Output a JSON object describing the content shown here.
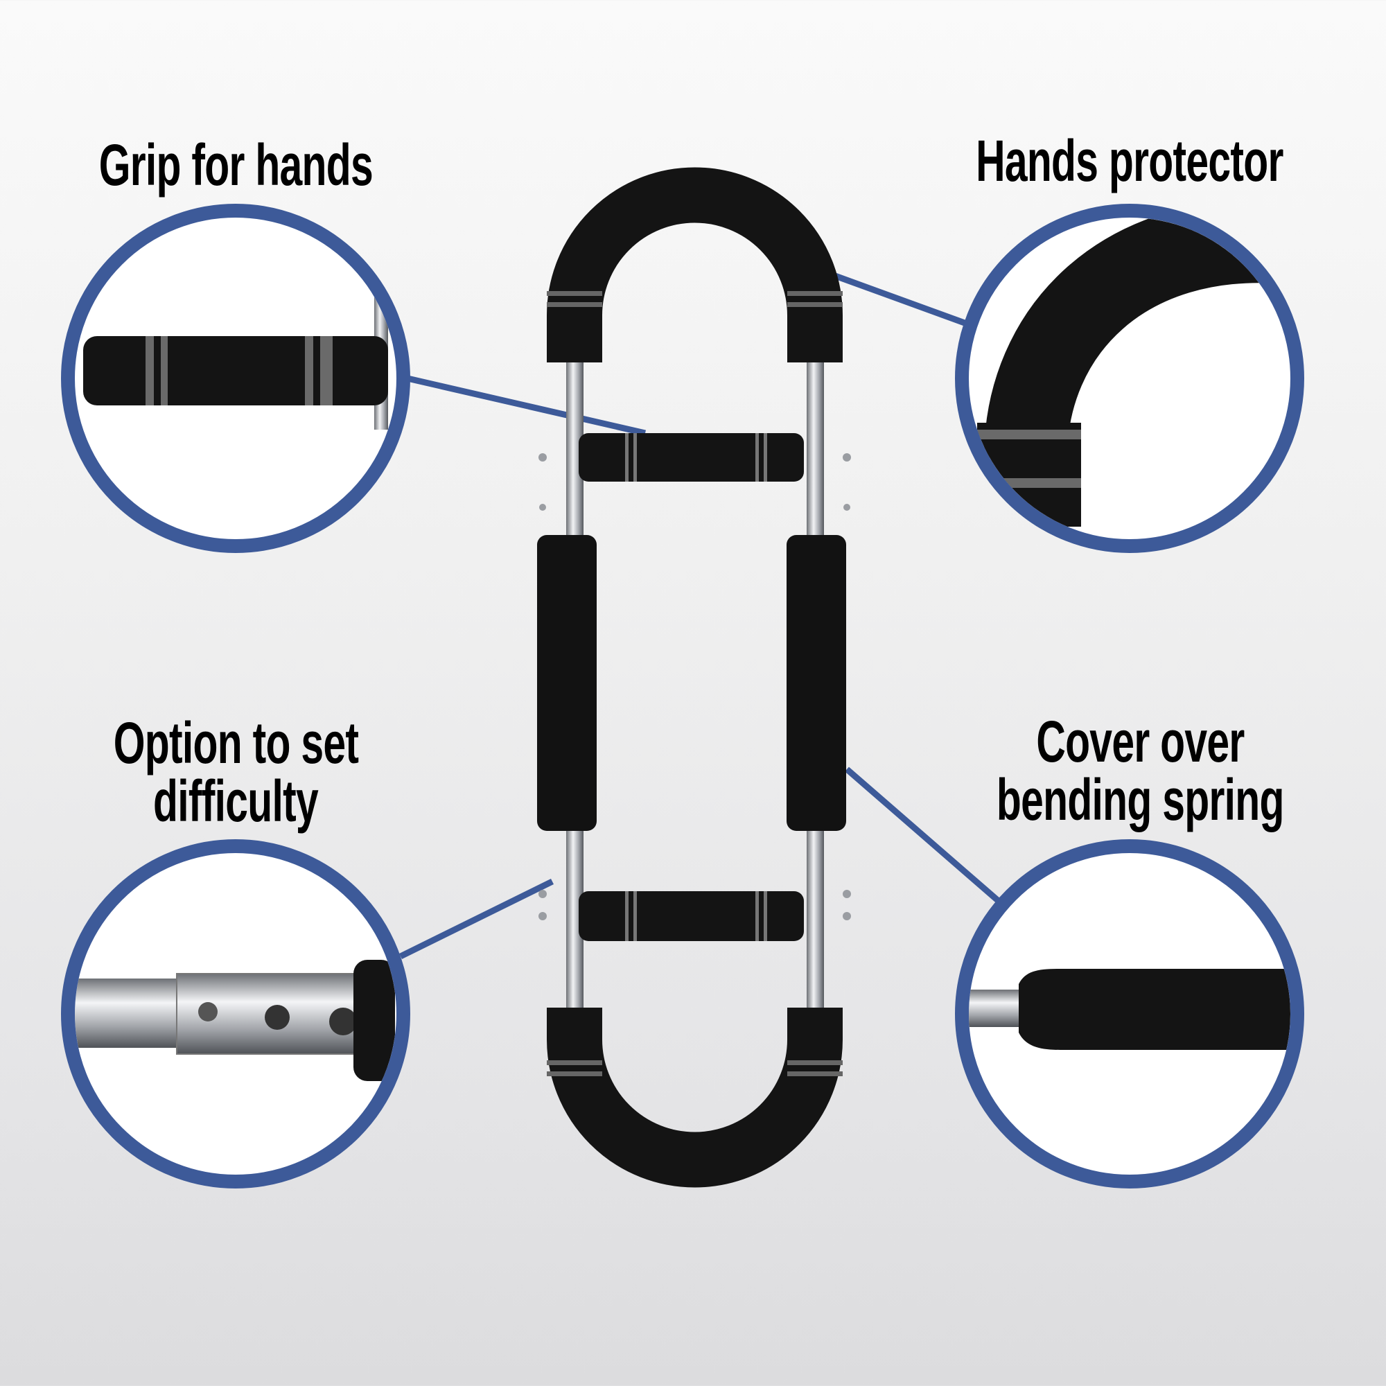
{
  "callouts": {
    "top_left": {
      "lines": [
        "Grip for hands"
      ]
    },
    "top_right": {
      "lines": [
        "Hands protector"
      ]
    },
    "bottom_left": {
      "lines": [
        "Option to set",
        "difficulty"
      ]
    },
    "bottom_right": {
      "lines": [
        "Cover over",
        "bending spring"
      ]
    }
  },
  "colors": {
    "accent": "#3d5a99",
    "foam": "#111111",
    "ring": "#6a6a6a",
    "metal": "#b9bcc0"
  }
}
